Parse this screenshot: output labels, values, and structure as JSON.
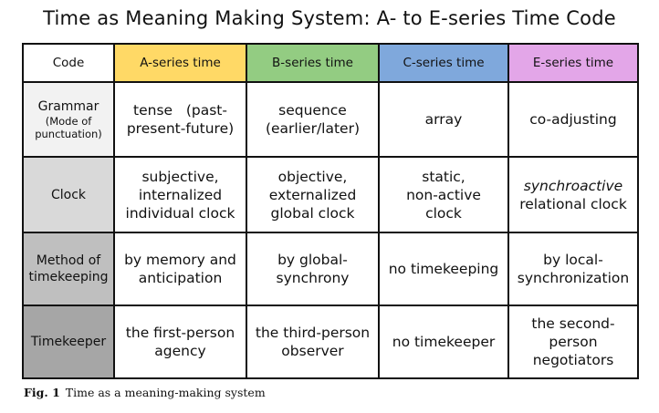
{
  "title": "Time as Meaning Making System: A- to E-series Time Code",
  "header": {
    "code": "Code",
    "a": "A-series time",
    "b": "B-series time",
    "c": "C-series time",
    "e": "E-series time"
  },
  "rows": [
    {
      "head": [
        "Grammar"
      ],
      "head_sub": [
        "(Mode of",
        "punctuation)"
      ],
      "a": [
        "tense   (past-",
        "present-future)"
      ],
      "b": [
        "sequence",
        "(earlier/later)"
      ],
      "c": [
        "array"
      ],
      "e": [
        "co-adjusting"
      ]
    },
    {
      "head": [
        "Clock"
      ],
      "a": [
        "subjective,",
        "internalized",
        "individual clock"
      ],
      "b": [
        "objective,",
        "externalized",
        "global clock"
      ],
      "c": [
        "static,",
        "non-active",
        "clock"
      ],
      "e_italic": "synchroactive",
      "e": [
        "relational clock"
      ]
    },
    {
      "head": [
        "Method of",
        "timekeeping"
      ],
      "a": [
        "by memory and",
        "anticipation"
      ],
      "b": [
        "by global-",
        "synchrony"
      ],
      "c": [
        "no timekeeping"
      ],
      "e": [
        "by local-",
        "synchronization"
      ]
    },
    {
      "head": [
        "Timekeeper"
      ],
      "a": [
        "the first-person",
        "agency"
      ],
      "b": [
        "the third-person",
        "observer"
      ],
      "c": [
        "no timekeeper"
      ],
      "e": [
        "the second-",
        "person",
        "negotiators"
      ]
    }
  ],
  "caption": {
    "label": "Fig. 1",
    "text": "Time as a meaning-making system"
  }
}
